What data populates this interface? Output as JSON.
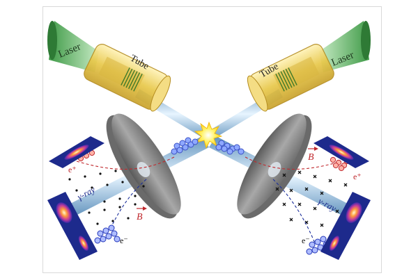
{
  "labels": {
    "laser_left": "Laser",
    "laser_right": "Laser",
    "tube_left": "Tube",
    "tube_right": "Tube",
    "positron_left": "e⁺",
    "positron_right": "e⁺",
    "electron_left": "e⁻",
    "electron_right": "e⁻",
    "gamma_left": "γ-ray",
    "gamma_right": "γ-ray",
    "field_left": "B",
    "field_right": "B"
  },
  "colors": {
    "laser_green": "#6fbf73",
    "tube_gold": "#e8c84a",
    "beam_blue": "#8cc6e8",
    "disk_gray": "#8c8c8c",
    "particle_red": "#d9534f",
    "particle_blue": "#4a5fd0",
    "detector_navy": "#1d2a8c",
    "label_red": "#c0282d",
    "flash_yellow": "#ffe94a"
  },
  "field_marks": {
    "left": "dot",
    "right": "cross"
  }
}
